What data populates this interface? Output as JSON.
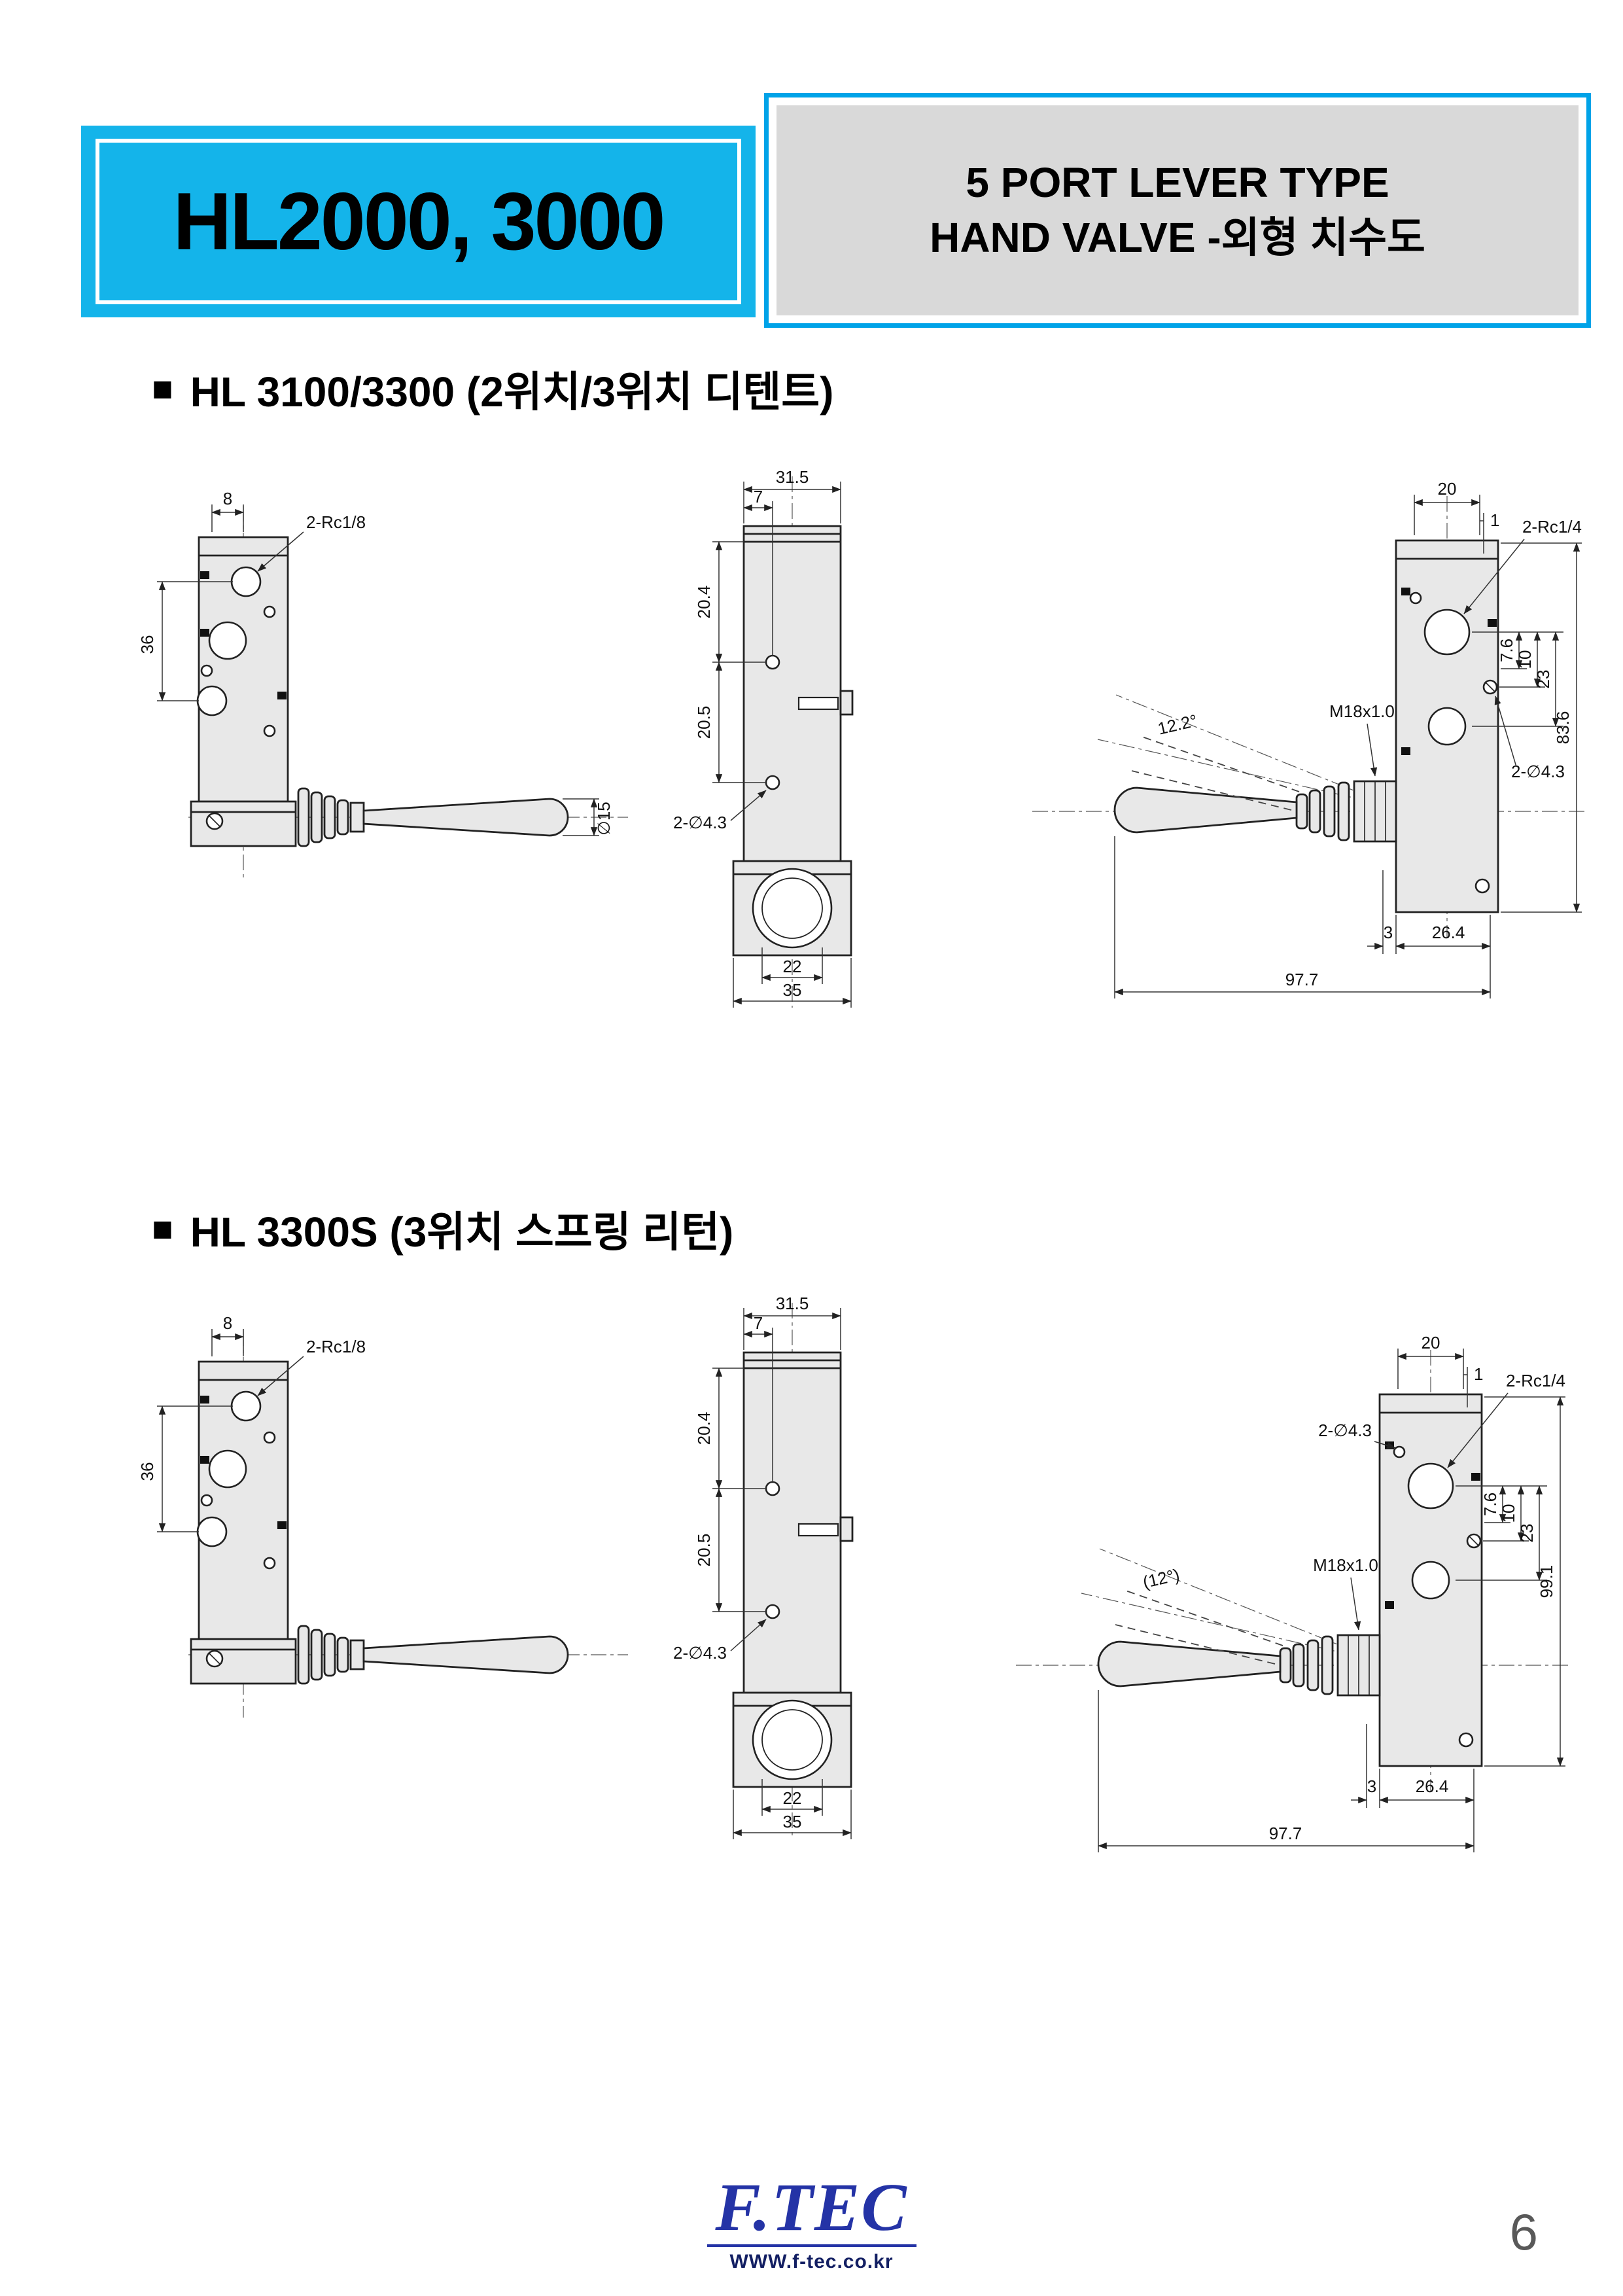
{
  "header": {
    "title": "HL2000, 3000",
    "box_line1": "5 PORT LEVER TYPE",
    "box_line2": "HAND VALVE -외형 치수도",
    "accent_color": "#14b4ea",
    "box_fill": "#d9d9d9"
  },
  "sections": [
    {
      "marker": "■",
      "heading": "HL 3100/3300 (2위치/3위치 디텐트)",
      "front": {
        "dim_top": "8",
        "thread_label": "2-Rc1/8",
        "dim_left": "36",
        "dim_handle_dia": "∅15"
      },
      "side": {
        "dim_width": "31.5",
        "dim_offset": "7",
        "dim_upper": "20.4",
        "dim_lower": "20.5",
        "holes_label": "2-∅4.3",
        "dim_knob": "22",
        "dim_base": "35"
      },
      "lever": {
        "dim_top": "20",
        "dim_top2": "1",
        "thread_label": "2-Rc1/4",
        "dim_a": "7.6",
        "dim_b": "10",
        "dim_c": "23",
        "dim_height": "83.6",
        "nut_label": "M18x1.0",
        "angle_label": "12.2°",
        "holes_label": "2-∅4.3",
        "dim_gap": "3",
        "dim_body": "26.4",
        "dim_total": "97.7"
      }
    },
    {
      "marker": "■",
      "heading": "HL 3300S (3위치 스프링 리턴)",
      "front": {
        "dim_top": "8",
        "thread_label": "2-Rc1/8",
        "dim_left": "36"
      },
      "side": {
        "dim_width": "31.5",
        "dim_offset": "7",
        "dim_upper": "20.4",
        "dim_lower": "20.5",
        "holes_label": "2-∅4.3",
        "dim_knob": "22",
        "dim_base": "35"
      },
      "lever": {
        "dim_top": "20",
        "dim_top2": "1",
        "thread_label": "2-Rc1/4",
        "dim_a": "7.6",
        "dim_b": "10",
        "dim_c": "23",
        "dim_height": "99.1",
        "nut_label": "M18x1.0",
        "angle_label": "(12°)",
        "holes_label": "2-∅4.3",
        "dim_gap": "3",
        "dim_body": "26.4",
        "dim_total": "97.7"
      }
    }
  ],
  "footer": {
    "logo": "F.TEC",
    "url": "WWW.f-tec.co.kr",
    "page_number": "6"
  }
}
